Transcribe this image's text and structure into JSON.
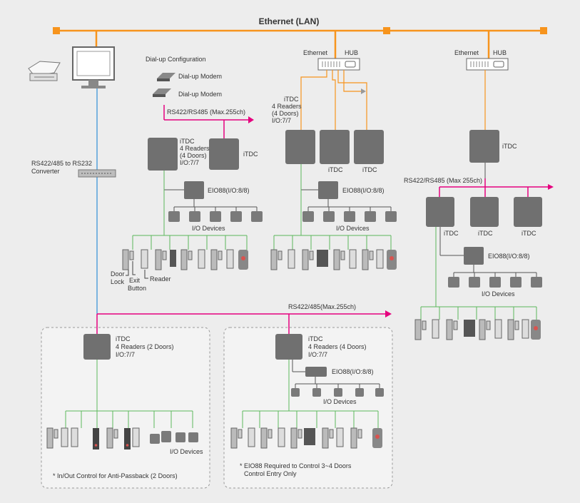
{
  "title": "Ethernet (LAN)",
  "labels": {
    "dialup_config": "Dial-up Configuration",
    "dialup_modem": "Dial-up Modem",
    "rs_converter_line1": "RS422/485 to RS232",
    "rs_converter_line2": "Converter",
    "ethernet": "Ethernet",
    "hub": "HUB",
    "itdc": "iTDC",
    "four_readers": "4 Readers",
    "four_doors": "(4 Doors)",
    "four_readers_two_doors": "4 Readers (2 Doors)",
    "four_readers_four_doors": "4 Readers (4 Doors)",
    "io_ratio": "I/O:7/7",
    "eio88": "EIO88(I/O:8/8)",
    "io_devices": "I/O Devices",
    "rs_bus_left": "RS422/RS485 (Max.255ch)",
    "rs_bus_right": "RS422/RS485 (Max 255ch)",
    "rs_bus_bottom": "RS422/485(Max.255ch)",
    "door_line1": "Door",
    "door_line2": "Lock",
    "exit_line1": "Exit",
    "exit_line2": "Button",
    "reader": "Reader",
    "note_left": "* In/Out Control for Anti-Passback (2 Doors)",
    "note_right_line1": "* EIO88 Required to Control 3~4 Doors",
    "note_right_line2": "Control Entry Only"
  },
  "colors": {
    "ethernet": "#f7941d",
    "rs485": "#e5007e",
    "connection": "#5cb85c",
    "serial": "#2f8fd6",
    "device": "#707070"
  }
}
